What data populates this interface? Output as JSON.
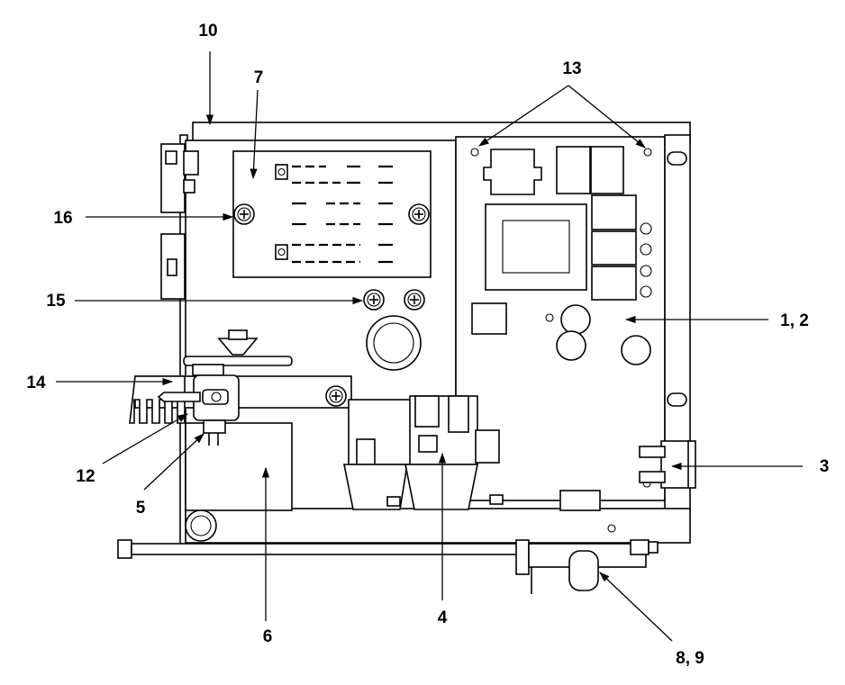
{
  "callouts": [
    {
      "id": "10",
      "label": "10"
    },
    {
      "id": "7",
      "label": "7"
    },
    {
      "id": "13",
      "label": "13"
    },
    {
      "id": "16",
      "label": "16"
    },
    {
      "id": "15",
      "label": "15"
    },
    {
      "id": "1-2",
      "label": "1, 2"
    },
    {
      "id": "14",
      "label": "14"
    },
    {
      "id": "12",
      "label": "12"
    },
    {
      "id": "5",
      "label": "5"
    },
    {
      "id": "6",
      "label": "6"
    },
    {
      "id": "4",
      "label": "4"
    },
    {
      "id": "3",
      "label": "3"
    },
    {
      "id": "8-9",
      "label": "8, 9"
    }
  ]
}
